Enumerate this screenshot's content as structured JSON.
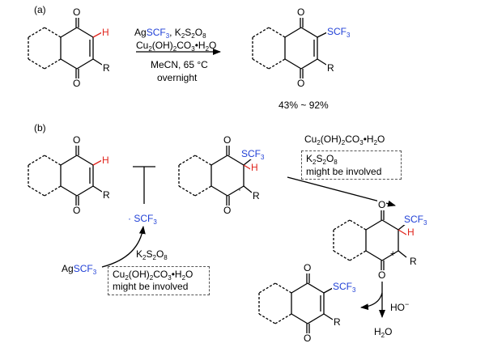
{
  "panels": {
    "a": "(a)",
    "b": "(b)"
  },
  "atoms": {
    "O": "O",
    "H": "H",
    "R": "R",
    "SCF3": "SCF3",
    "plus": "+",
    "dot": "·"
  },
  "reaction_a": {
    "reagent_line1": "AgSCF3, K2S2O8",
    "reagent_line2": "Cu2(OH)2CO3•H2O",
    "condition_line1": "MeCN, 65 °C",
    "condition_line2": "overnight",
    "yield": "43% ~ 92%"
  },
  "reaction_b": {
    "radical": "· SCF3",
    "silver_reagent": "AgSCF3",
    "oxidant": "K2S2O8",
    "box1_line1": "Cu2(OH)2CO3•H2O",
    "box1_line2": "might be involved",
    "copper_reagent": "Cu2(OH)2CO3•H2O",
    "box2_line1": "K2S2O8",
    "box2_line2": "might be involved",
    "base": "HO",
    "base_charge": "−",
    "water": "H2O"
  },
  "colors": {
    "scf3": "#1f3fd6",
    "hydrogen": "#e0241c",
    "line": "#000000",
    "dash_box": "#555555"
  }
}
